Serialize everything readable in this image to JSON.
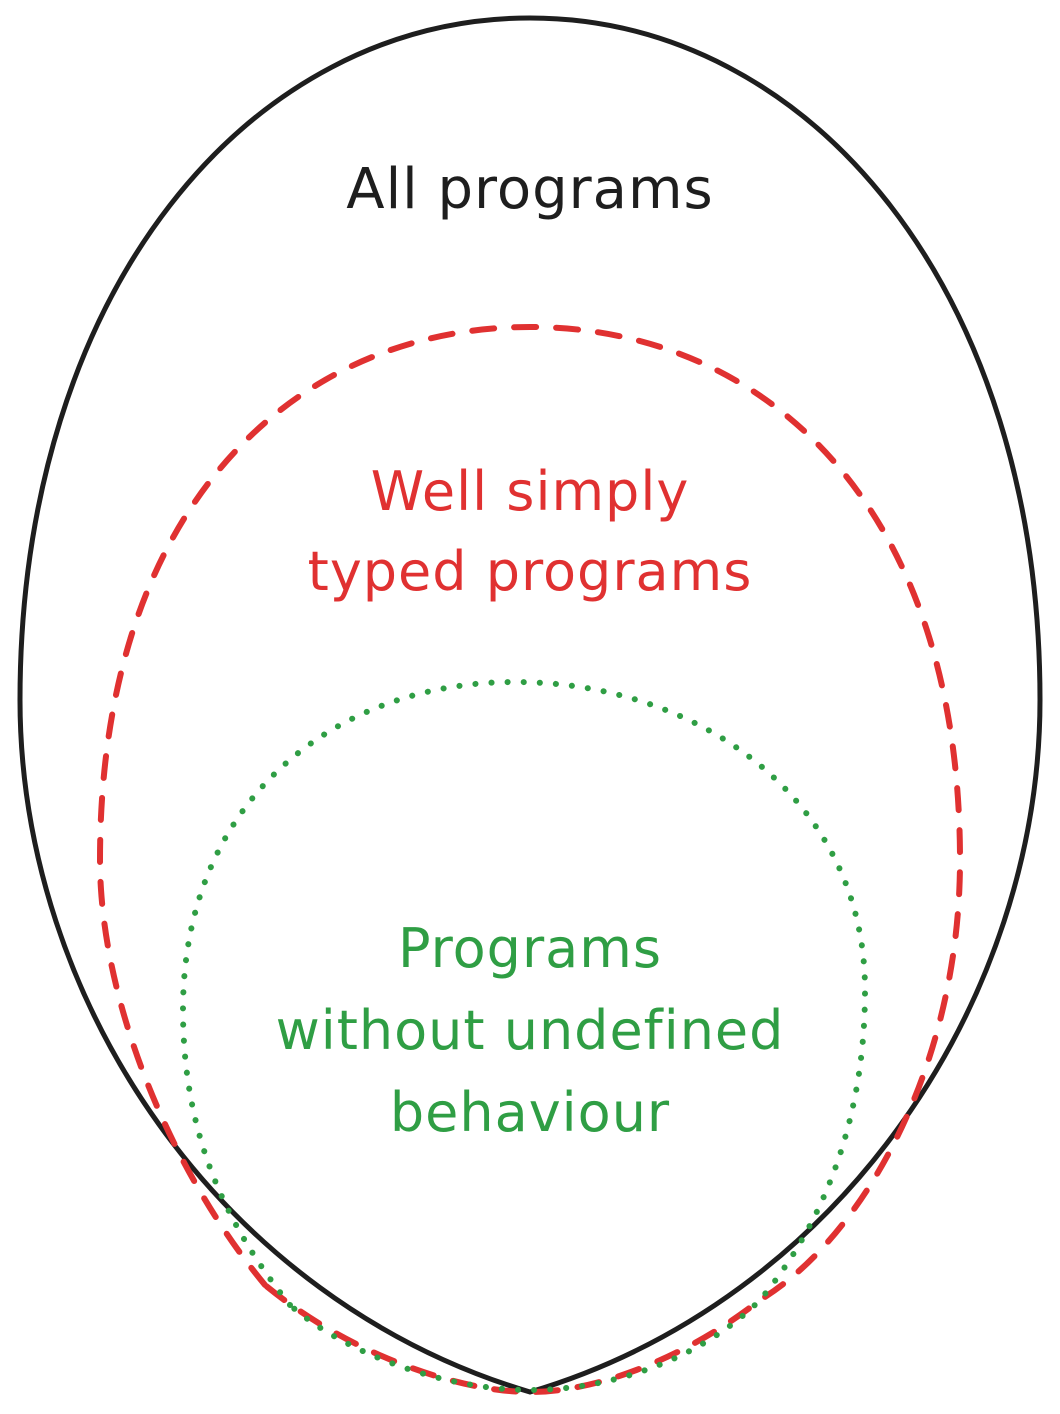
{
  "diagram": {
    "type": "nested-sets",
    "sets": [
      {
        "name": "all-programs",
        "lines": [
          "All programs"
        ],
        "stroke": "#1e1e1e",
        "style": "solid"
      },
      {
        "name": "well-simply-typed",
        "lines": [
          "Well simply",
          "typed programs"
        ],
        "stroke": "#e03131",
        "style": "dashed"
      },
      {
        "name": "no-undefined-behaviour",
        "lines": [
          "Programs",
          "without undefined",
          "behaviour"
        ],
        "stroke": "#2f9e44",
        "style": "dotted"
      }
    ]
  }
}
